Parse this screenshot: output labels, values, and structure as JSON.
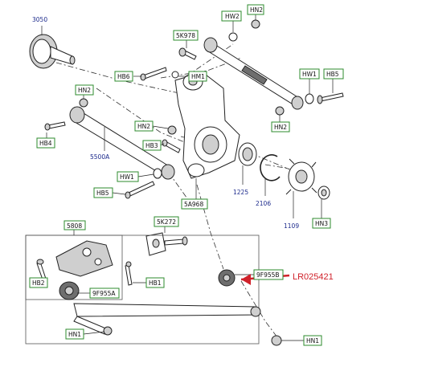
{
  "callouts": {
    "hw2_top": "HW2",
    "hn2_top": "HN2",
    "k5978": "5K978",
    "hb6": "HB6",
    "hm1": "HM1",
    "hw1_right": "HW1",
    "hb5_right": "HB5",
    "hn2_left": "HN2",
    "hn2_mid": "HN2",
    "hn2_right": "HN2",
    "hb4": "HB4",
    "hb3": "HB3",
    "hw1_left": "HW1",
    "hb5_left": "HB5",
    "a5968": "5A968",
    "k5272": "5K272",
    "hn3": "HN3",
    "s5808": "5808",
    "hb2": "HB2",
    "f9955a": "9F955A",
    "hb1": "HB1",
    "f9955b": "9F955B",
    "hn1_left": "HN1",
    "hn1_right": "HN1"
  },
  "labels": {
    "p3050": "3050",
    "p5500a": "5500A",
    "p1225": "1225",
    "p2106": "2106",
    "p1109": "1109"
  },
  "part_number": "LR025421",
  "colors": {
    "callout_border": "#2e8b2e",
    "part_label": "#1c2a8c",
    "highlight": "#d0212a"
  }
}
